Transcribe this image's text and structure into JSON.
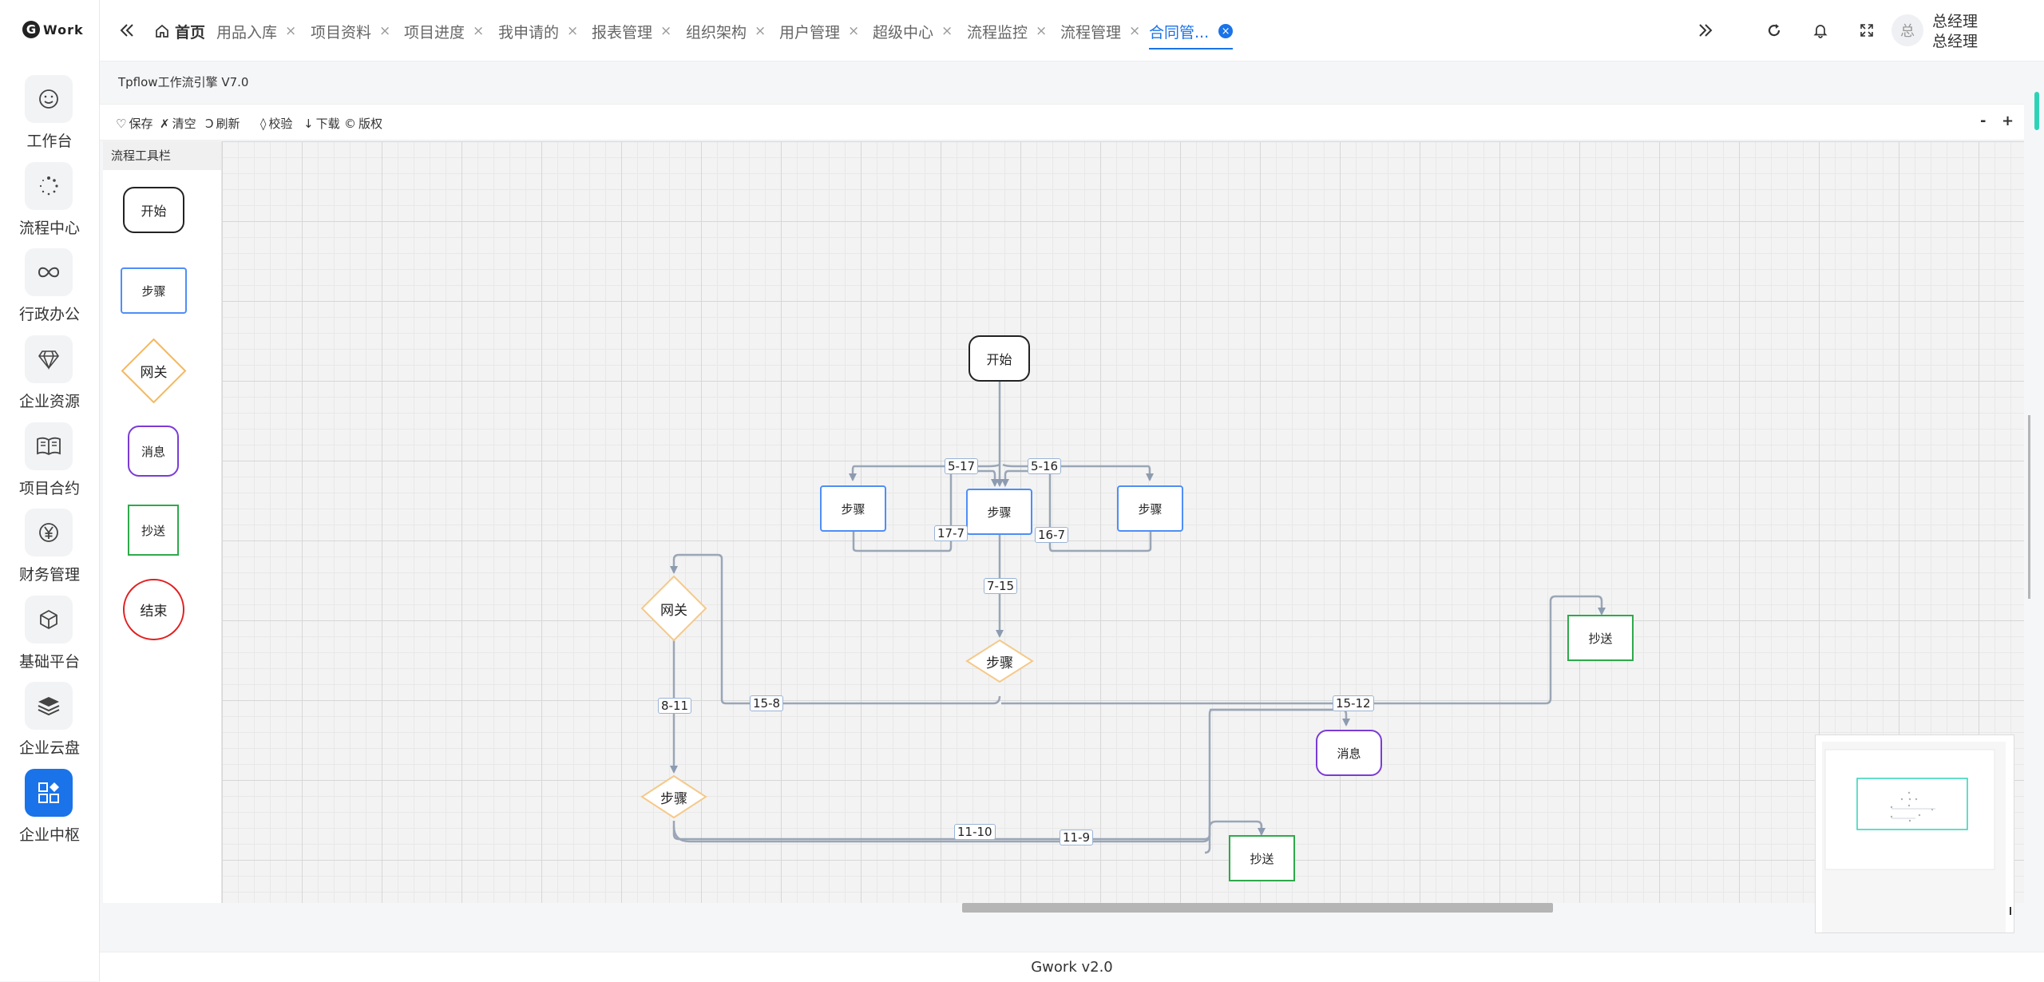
{
  "sidebar": {
    "logo_text": "Work",
    "logo_mark": "G",
    "items": [
      {
        "label": "工作台",
        "icon": "smile-icon"
      },
      {
        "label": "流程中心",
        "icon": "loading-icon"
      },
      {
        "label": "行政办公",
        "icon": "infinity-icon"
      },
      {
        "label": "企业资源",
        "icon": "diamond-icon"
      },
      {
        "label": "项目合约",
        "icon": "book-icon"
      },
      {
        "label": "财务管理",
        "icon": "yen-icon"
      },
      {
        "label": "基础平台",
        "icon": "cube-icon"
      },
      {
        "label": "企业云盘",
        "icon": "layers-icon"
      },
      {
        "label": "企业中枢",
        "icon": "apps-icon",
        "active": true
      }
    ]
  },
  "topbar": {
    "tabs": [
      {
        "label": "首页",
        "icon": "home-icon"
      },
      {
        "label": "用品入库"
      },
      {
        "label": "项目资料"
      },
      {
        "label": "项目进度"
      },
      {
        "label": "我申请的"
      },
      {
        "label": "报表管理"
      },
      {
        "label": "组织架构"
      },
      {
        "label": "用户管理"
      },
      {
        "label": "超级中心"
      },
      {
        "label": "流程监控"
      },
      {
        "label": "流程管理"
      },
      {
        "label": "合同管...",
        "active": true
      }
    ],
    "close_glyph": "×",
    "avatar_text": "总",
    "user_name": "总经理",
    "user_role": "总经理"
  },
  "editor": {
    "title": "Tpflow工作流引擎 V7.0",
    "tools": [
      {
        "icon": "♡",
        "label": "保存"
      },
      {
        "icon": "✗",
        "label": "清空"
      },
      {
        "icon": "Ↄ",
        "label": "刷新"
      },
      {
        "icon": "◊",
        "label": "校验"
      },
      {
        "icon": "↓",
        "label": "下载"
      },
      {
        "icon": "©",
        "label": "版权"
      }
    ],
    "zoom_out": "-",
    "zoom_in": "+"
  },
  "palette": {
    "title": "流程工具栏",
    "items": [
      "开始",
      "步骤",
      "网关",
      "消息",
      "抄送",
      "结束"
    ]
  },
  "diagram": {
    "nodes": {
      "start": "开始",
      "step_left": "步骤",
      "step_center": "步骤",
      "step_right": "步骤",
      "gateway_left": "网关",
      "gateway_center": "步骤",
      "gateway_bottom": "步骤",
      "cc_right": "抄送",
      "msg": "消息",
      "cc_bottom": "抄送"
    },
    "edge_labels": [
      "5-17",
      "5-16",
      "17-7",
      "16-7",
      "7-15",
      "8-11",
      "15-8",
      "15-12",
      "11-10",
      "11-9"
    ]
  },
  "footer": "Gwork v2.0"
}
